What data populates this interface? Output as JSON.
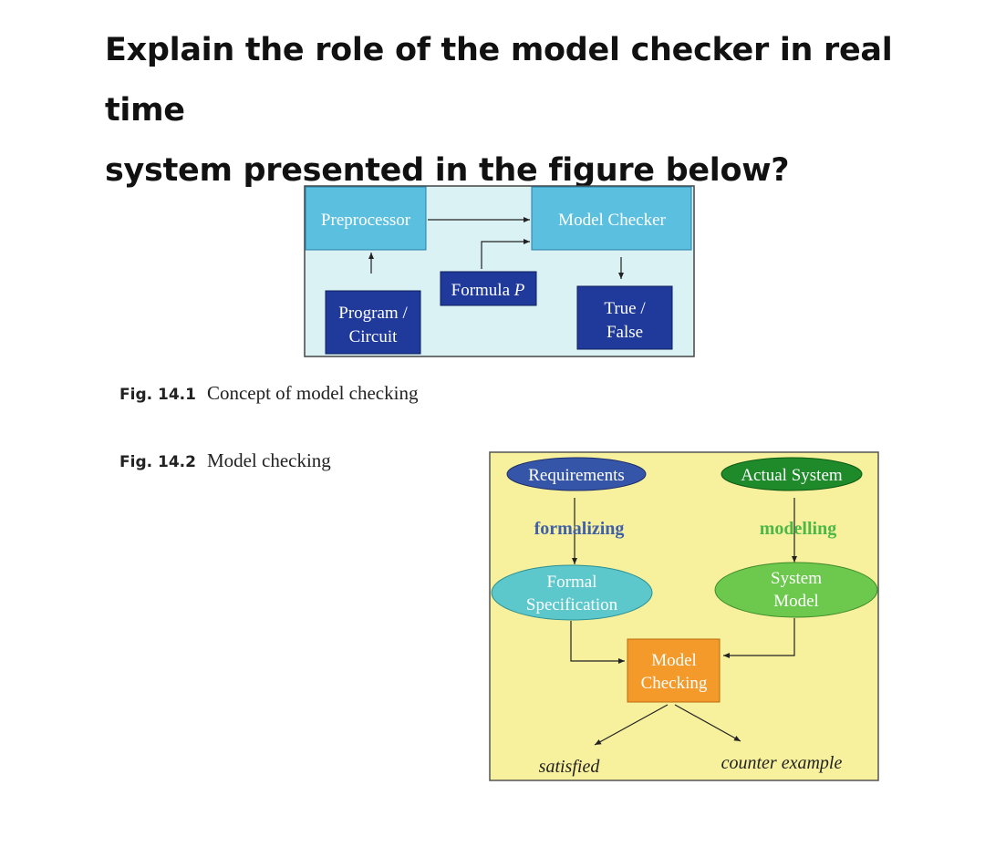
{
  "question": {
    "line1": "Explain the role of the model checker in real time",
    "line2": "system presented in the figure below?"
  },
  "figure1": {
    "caption_num": "Fig. 14.1",
    "caption_text": "Concept of model checking",
    "preprocessor": "Preprocessor",
    "model_checker": "Model Checker",
    "formula_prefix": "Formula ",
    "formula_var": "P",
    "program_line1": "Program /",
    "program_line2": "Circuit",
    "result_line1": "True /",
    "result_line2": "False",
    "colors": {
      "background": "#daf2f4",
      "box": "#5bbfe0",
      "dark_box": "#1f3a9a"
    }
  },
  "figure2": {
    "caption_num": "Fig. 14.2",
    "caption_text": "Model checking",
    "requirements": "Requirements",
    "actual_system": "Actual System",
    "formalizing": "formalizing",
    "modelling": "modelling",
    "formal_spec_line1": "Formal",
    "formal_spec_line2": "Specification",
    "system_model_line1": "System",
    "system_model_line2": "Model",
    "model_checking_line1": "Model",
    "model_checking_line2": "Checking",
    "satisfied": "satisfied",
    "counter_example": "counter example",
    "colors": {
      "background": "#f7f09c",
      "requirements": "#3555a8",
      "actual_system": "#1e8a2a",
      "formal_spec": "#5cc8cc",
      "system_model": "#6cc94e",
      "model_checking": "#f39a2a"
    }
  }
}
